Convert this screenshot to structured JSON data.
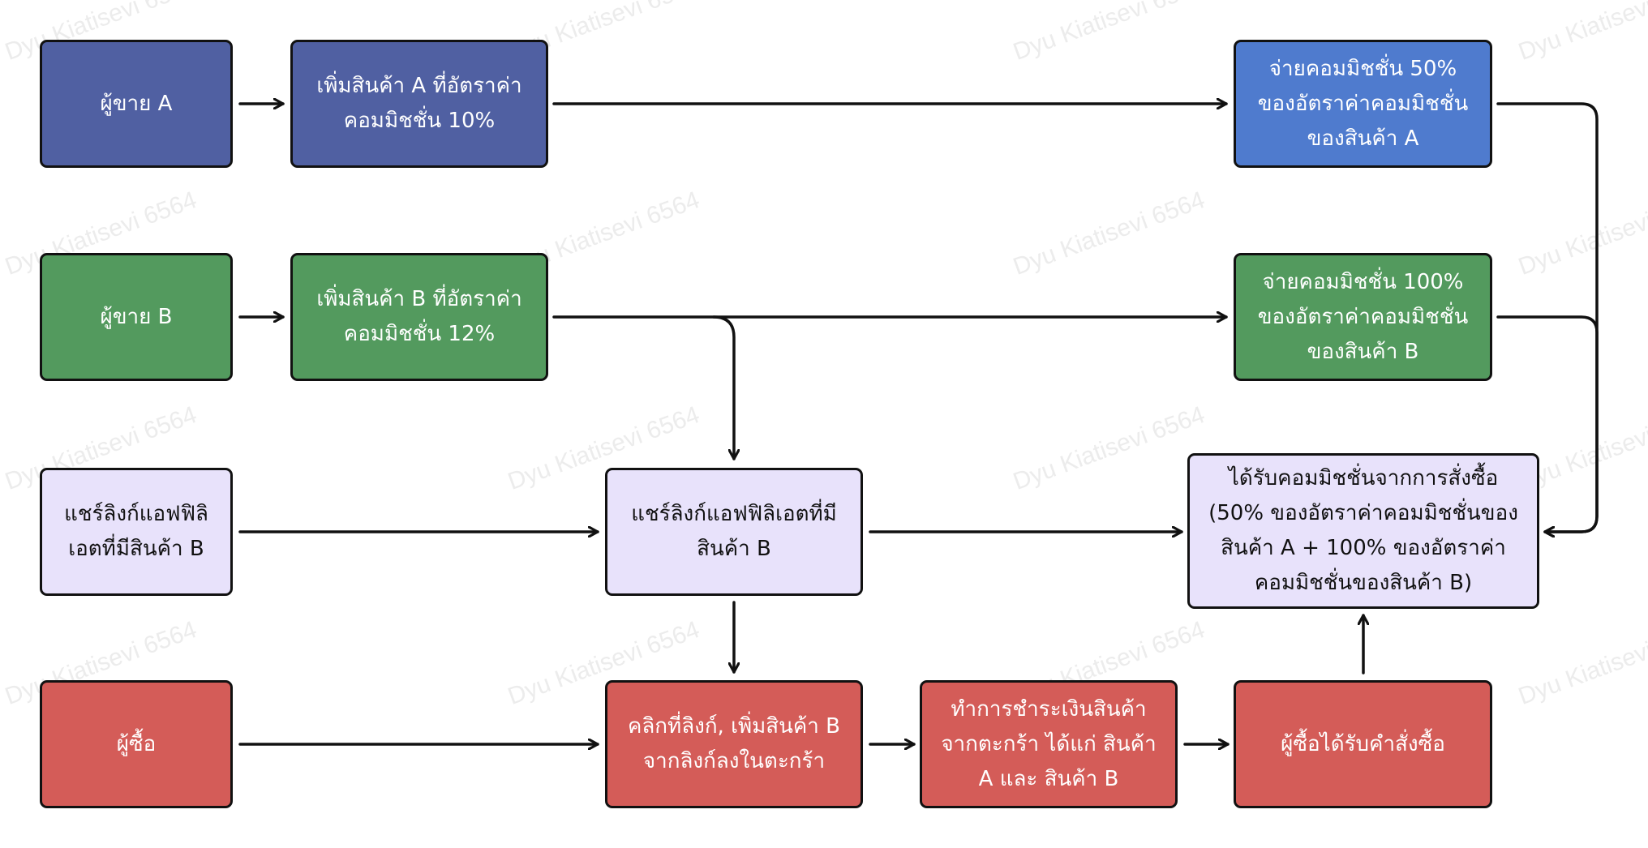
{
  "watermark_text": "Dyu Kiatisevi 6564",
  "nodes": {
    "seller_a": "ผู้ขาย A",
    "add_product_a": "เพิ่มสินค้า A ที่อัตราค่าคอมมิชชั่น 10%",
    "pay_commission_a": "จ่ายคอมมิชชั่น 50% ของอัตราค่าคอมมิชชั่นของสินค้า A",
    "seller_b": "ผู้ขาย B",
    "add_product_b": "เพิ่มสินค้า B ที่อัตราค่าคอมมิชชั่น 12%",
    "pay_commission_b": "จ่ายคอมมิชชั่น 100% ของอัตราค่าคอมมิชชั่นของสินค้า B",
    "affiliate_share_left": "แชร์ลิงก์แอฟฟิลิเอตที่มีสินค้า B",
    "affiliate_share_mid": "แชร์ลิงก์แอฟฟิลิเอตที่มีสินค้า B",
    "receive_commission": "ได้รับคอมมิชชั่นจากการสั่งซื้อ (50% ของอัตราค่าคอมมิชชั่นของสินค้า A + 100% ของอัตราค่าคอมมิชชั่นของสินค้า B)",
    "buyer": "ผู้ซื้อ",
    "click_link": "คลิกที่ลิงก์, เพิ่มสินค้า B จากลิงก์ลงในตะกร้า",
    "checkout": "ทำการชำระเงินสินค้าจากตะกร้า ได้แก่ สินค้า A และ สินค้า B",
    "order_received": "ผู้ซื้อได้รับคำสั่งซื้อ"
  },
  "colors": {
    "indigo": "#5060a2",
    "blue": "#4f7bce",
    "green": "#539a5e",
    "lavender": "#e8e2fb",
    "red": "#d45c58",
    "stroke": "#111111"
  }
}
